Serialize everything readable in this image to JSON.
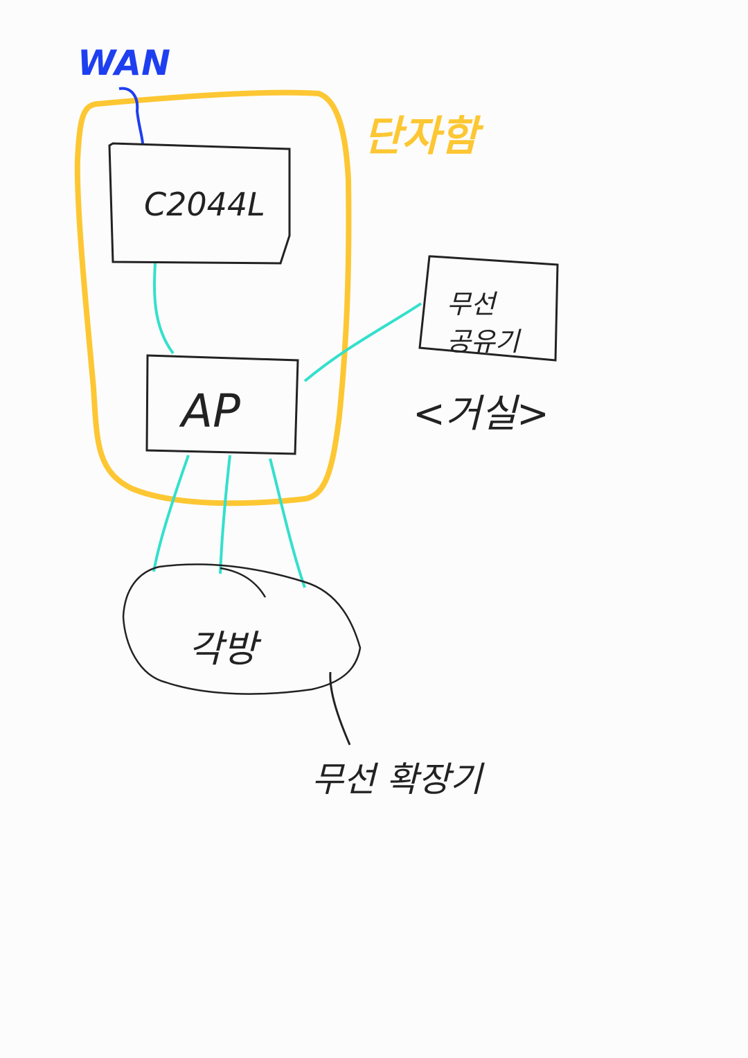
{
  "labels": {
    "wan": "WAN",
    "terminal_box": "단자함",
    "modem": "C2044L",
    "ap": "AP",
    "router_line1": "무선",
    "router_line2": "공유기",
    "living_room": "<거실>",
    "rooms": "각방",
    "extender": "무선 확장기"
  },
  "colors": {
    "wan": "#1e3ff0",
    "terminal_box": "#fdc733",
    "connection": "#33e0cc",
    "ink": "#222222",
    "background": "#fcfcfc"
  }
}
